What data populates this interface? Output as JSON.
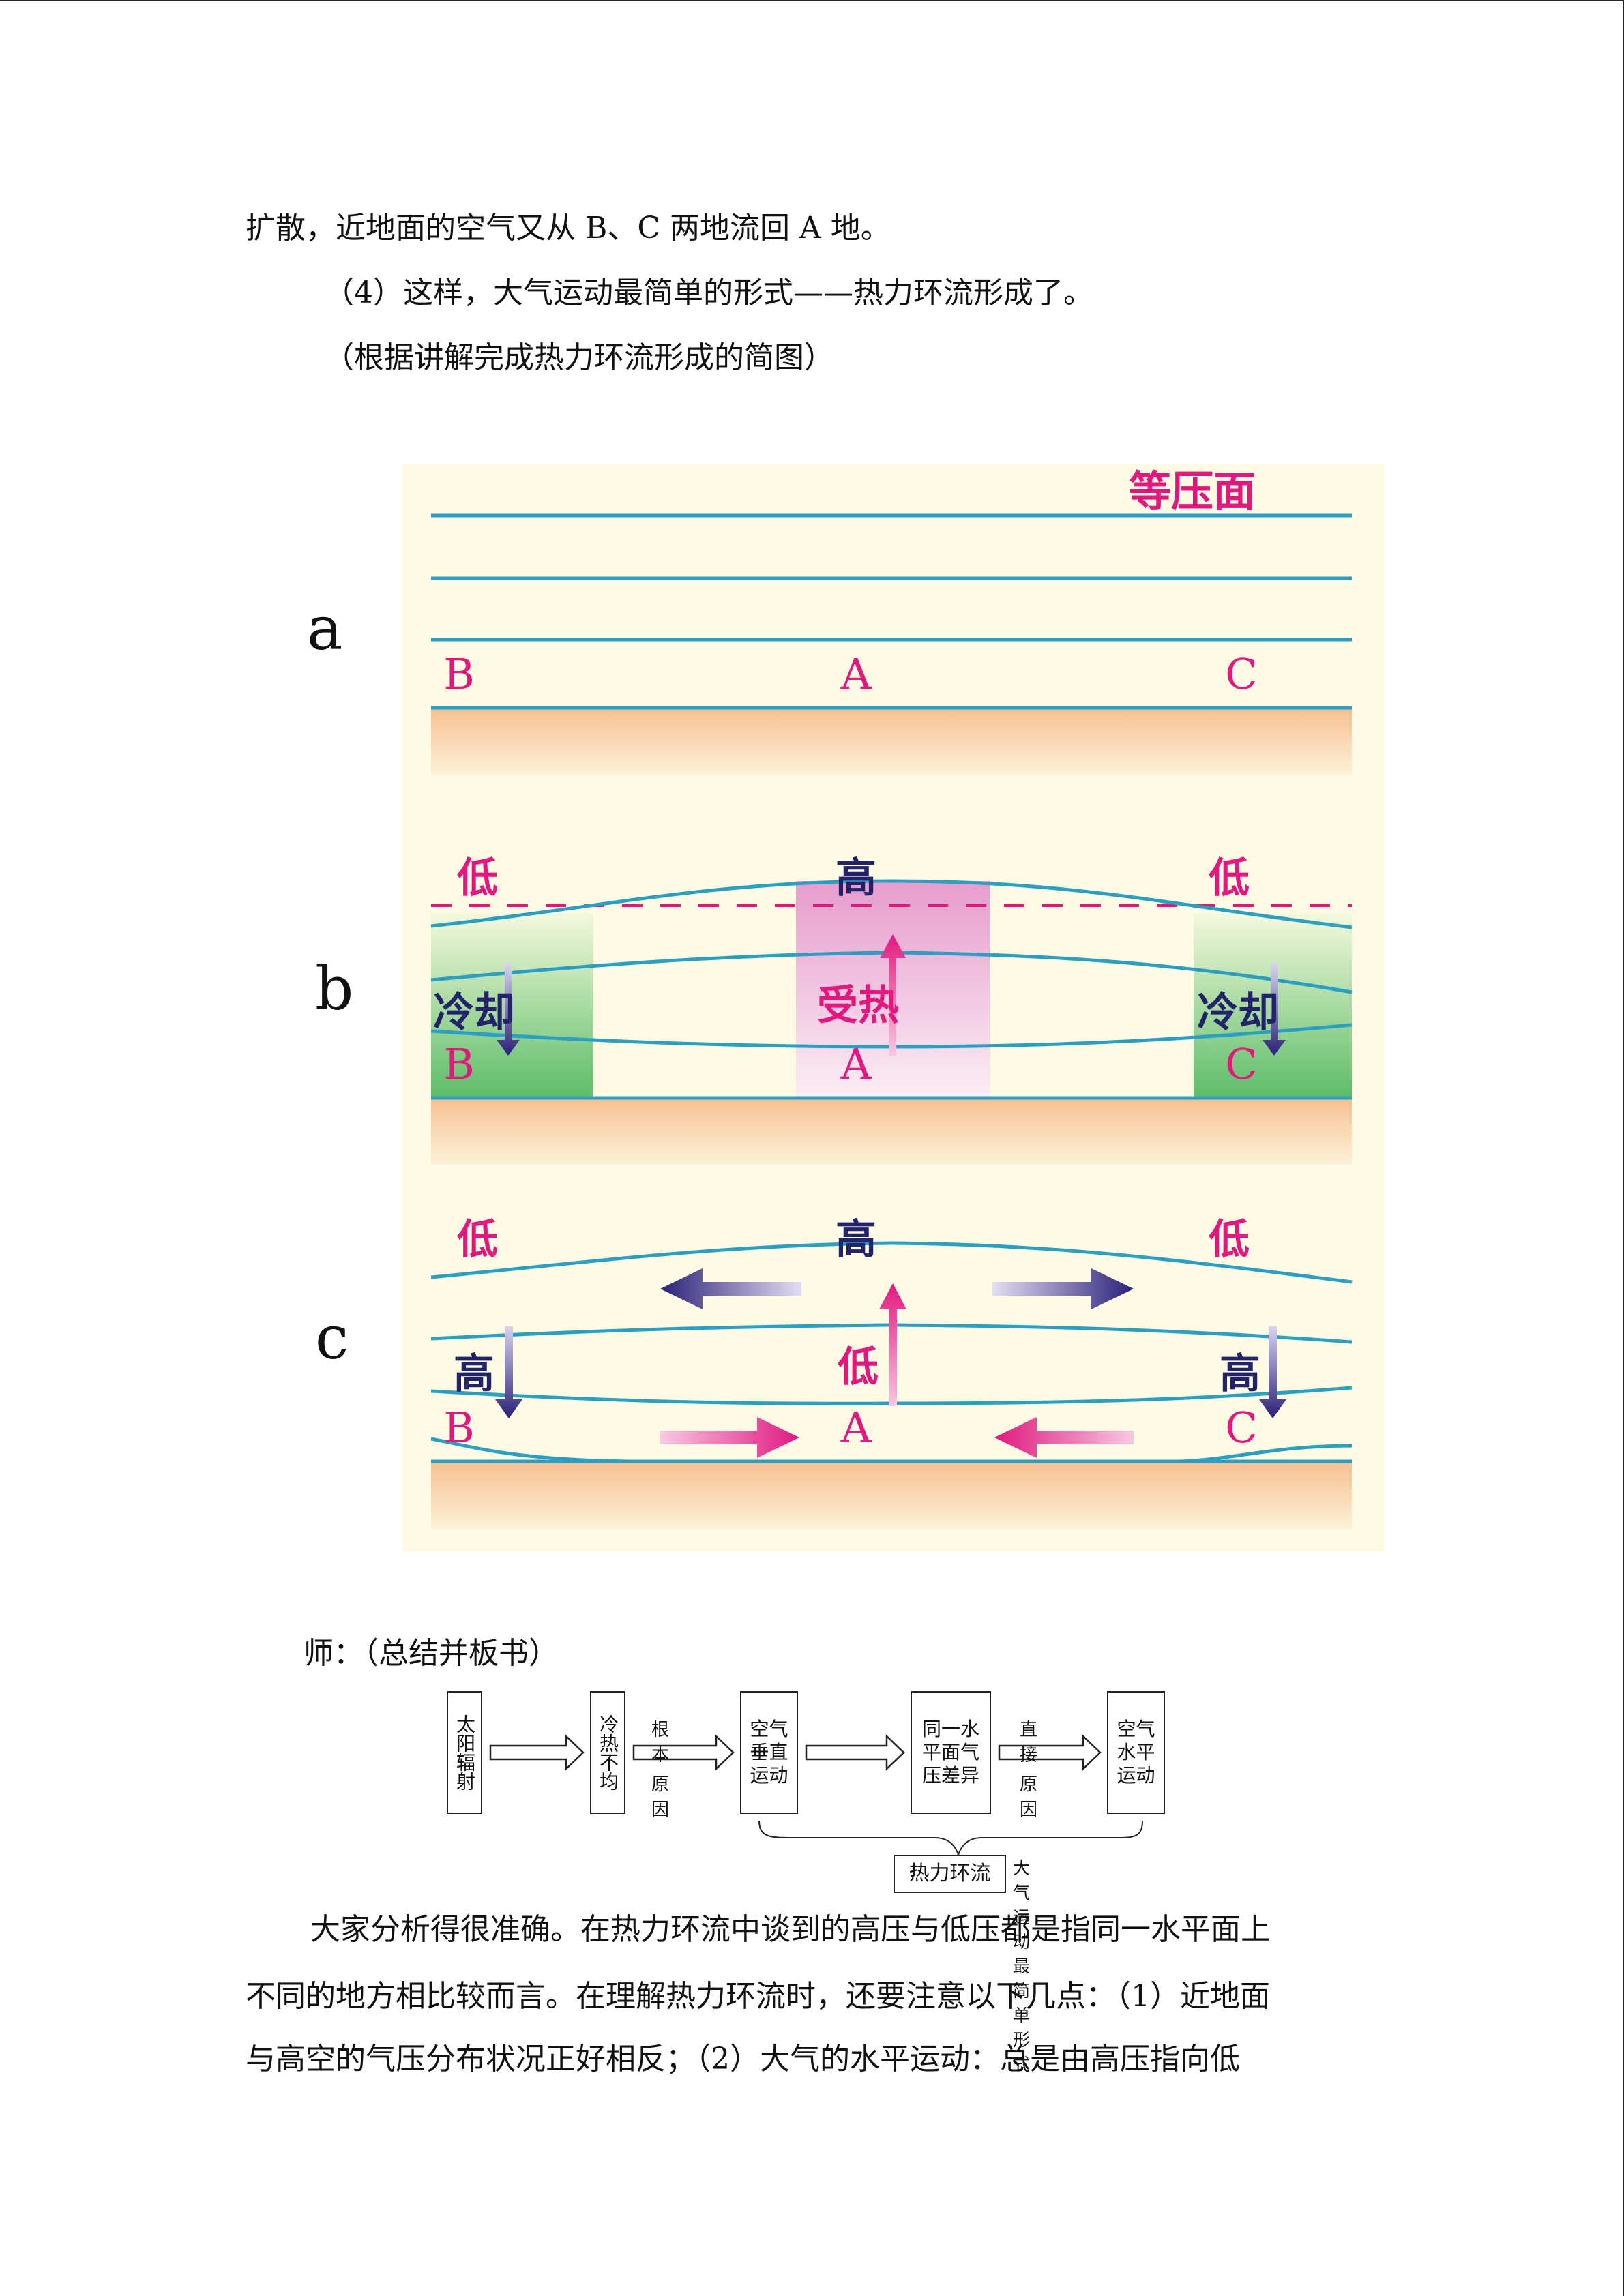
{
  "text": {
    "p1": "扩散，近地面的空气又从 B、C 两地流回 A 地。",
    "p2": "（4）这样，大气运动最简单的形式——热力环流形成了。",
    "p3": "（根据讲解完成热力环流形成的简图）",
    "teacher": "师：（总结并板书）",
    "b1": "大家分析得很准确。在热力环流中谈到的高压与低压都是指同一水平面上",
    "b2": "不同的地方相比较而言。在理解热力环流时，还要注意以下几点：（1）近地面",
    "b3": "与高空的气压分布状况正好相反；（2）大气的水平运动：总是由高压指向低"
  },
  "diagram": {
    "row_labels": [
      "a",
      "b",
      "c"
    ],
    "isobar_label": "等压面",
    "point_b": "B",
    "point_a": "A",
    "point_c": "C",
    "low": "低",
    "high": "高",
    "cooling": "冷却",
    "heating": "受热",
    "colors": {
      "isobar": "#2a9fc4",
      "magenta": "#e2187f",
      "navy": "#23236a",
      "ground": "#f7c79a",
      "panel": "#fdfbe4",
      "green": "#6cc470",
      "pink": "#ea9fcf"
    }
  },
  "flow": {
    "box1": "太阳辐射",
    "box2": "冷热不均",
    "box3": "空气垂直运动",
    "box4": "同一水平面气压差异",
    "box5": "空气水平运动",
    "arrow2_top": "根本",
    "arrow2_bottom": "原因",
    "arrow4_top": "直接",
    "arrow4_bottom": "原因",
    "summary": "热力环流",
    "summary_note": "大气运动最简单形式"
  }
}
